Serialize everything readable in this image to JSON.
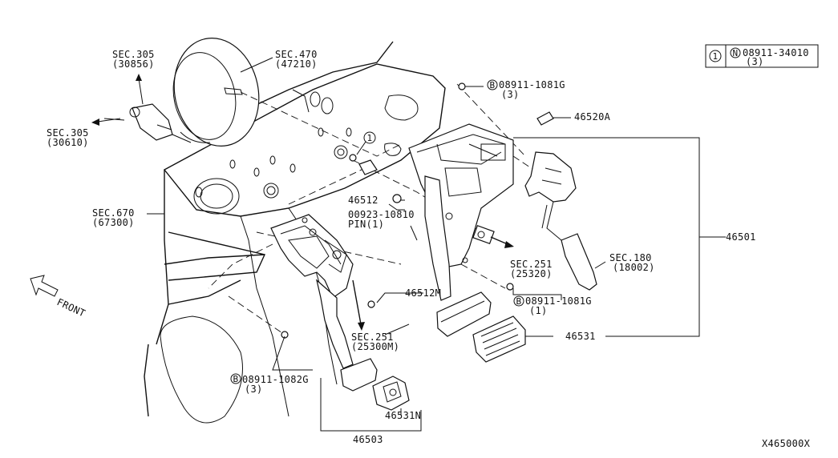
{
  "diagram": {
    "legend": {
      "number": "1",
      "prefix_symbol": "N",
      "part": "08911-34010",
      "qty": "(3)"
    },
    "labels": {
      "sec305_top": "SEC.305",
      "sec305_top_sub": "(30856)",
      "sec305_left": "SEC.305",
      "sec305_left_sub": "(30610)",
      "sec470": "SEC.470",
      "sec470_sub": "(47210)",
      "sec670": "SEC.670",
      "sec670_sub": "(67300)",
      "sec251_right": "SEC.251",
      "sec251_right_sub": "(25320)",
      "sec251_mid": "SEC.251",
      "sec251_mid_sub": "(25300M)",
      "sec180": "SEC.180",
      "sec180_sub": "(18002)",
      "front": "FRONT",
      "bolt_top_prefix": "B",
      "bolt_top": "08911-1081G",
      "bolt_top_qty": "(3)",
      "bolt_right_prefix": "B",
      "bolt_right": "08911-1081G",
      "bolt_right_qty": "(1)",
      "bolt_bottom_prefix": "B",
      "bolt_bottom": "08911-1082G",
      "bolt_bottom_qty": "(3)",
      "p46520A": "46520A",
      "p46512": "46512",
      "pin": "00923-10810",
      "pin_sub": "PIN(1)",
      "p46512M": "46512M",
      "p46501": "46501",
      "p46531": "46531",
      "p46531N": "46531N",
      "p46503": "46503",
      "callout_1": "1",
      "drawing_id": "X465000X"
    }
  }
}
